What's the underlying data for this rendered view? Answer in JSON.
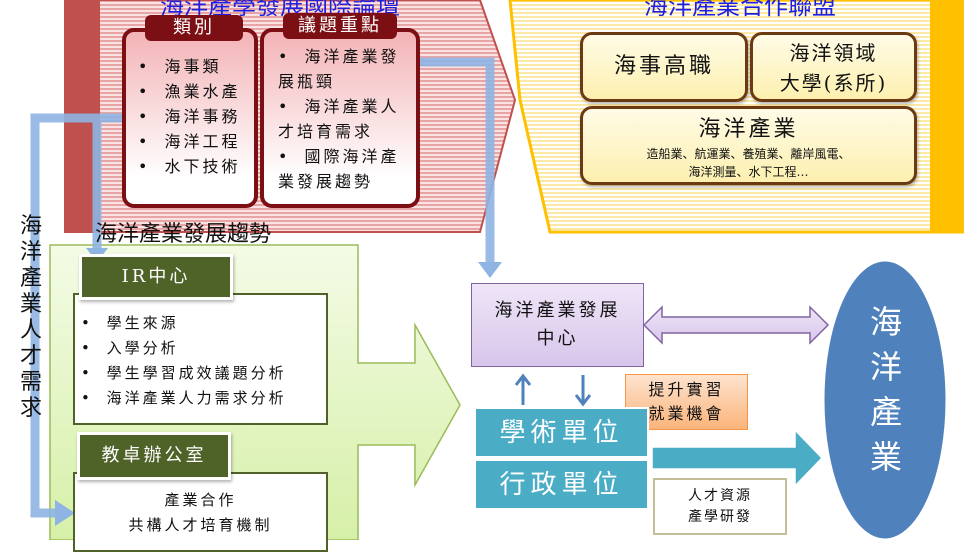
{
  "forum": {
    "title": "海洋產學發展國際論壇",
    "category": {
      "header": "類別",
      "items": [
        "海事類",
        "漁業水產",
        "海洋事務",
        "海洋工程",
        "水下技術"
      ]
    },
    "focus": {
      "header": "議題重點",
      "items": [
        "海洋產業發展瓶頸",
        "海洋產業人才培育需求",
        "國際海洋產業發展趨勢"
      ]
    }
  },
  "alliance": {
    "title": "海洋產業合作聯盟",
    "vocational": "海事高職",
    "university_line1": "海洋領域",
    "university_line2": "大學(系所)",
    "industry": "海洋產業",
    "industry_sub_line1": "造船業、航運業、養殖業、離岸風電、",
    "industry_sub_line2": "海洋測量、水下工程…"
  },
  "trend": {
    "title": "海洋產業發展趨勢",
    "talent_demand": "海洋產業人才需求",
    "ir": {
      "header": "IR中心",
      "items": [
        "學生來源",
        "入學分析",
        "學生學習成效議題分析",
        "海洋產業人力需求分析"
      ]
    },
    "teaching": {
      "header": "教卓辦公室",
      "line1": "產業合作",
      "line2": "共構人才培育機制"
    }
  },
  "center": {
    "line1": "海洋產業發展",
    "line2": "中心"
  },
  "internship": {
    "line1": "提升實習",
    "line2": "就業機會"
  },
  "academic": "學術單位",
  "admin": "行政單位",
  "rnd": {
    "line1": "人才資源",
    "line2": "產學研發"
  },
  "ocean_industry": "海洋產業"
}
